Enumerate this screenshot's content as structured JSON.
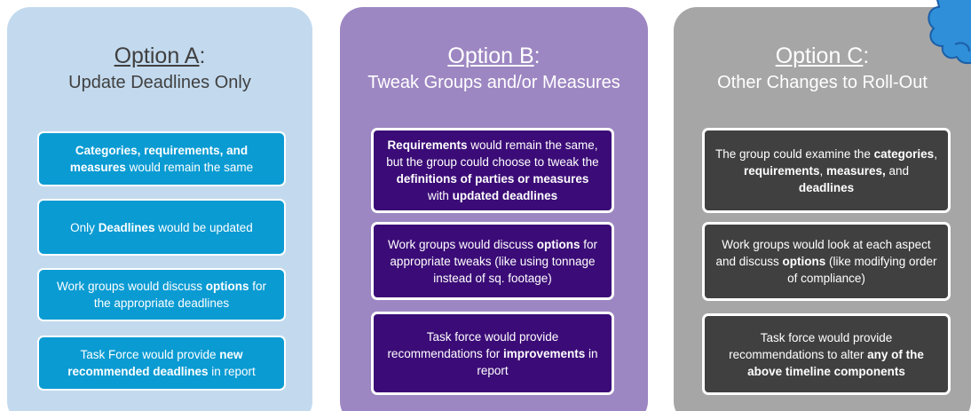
{
  "options": [
    {
      "letter_label": "Option A",
      "colon": ":",
      "subtitle": "Update Deadlines Only",
      "items": [
        [
          "Categories, requirements, and measures",
          " would remain the same"
        ],
        [
          "Only ",
          "Deadlines",
          " would be updated"
        ],
        [
          "Work groups would discuss ",
          "options",
          " for the appropriate deadlines"
        ],
        [
          "Task Force would provide ",
          "new recommended deadlines",
          " in report"
        ]
      ]
    },
    {
      "letter_label": "Option B",
      "colon": ":",
      "subtitle": "Tweak Groups and/or Measures",
      "items": [
        [
          "Requirements",
          " would remain the same, but the group could choose to tweak the ",
          "definitions of  parties or measures",
          " with ",
          "updated deadlines"
        ],
        [
          "Work groups would discuss ",
          "options",
          " for appropriate tweaks (like using tonnage instead of sq. footage)"
        ],
        [
          "Task force would provide recommendations for ",
          "improvements",
          " in report"
        ]
      ]
    },
    {
      "letter_label": "Option C",
      "colon": ":",
      "subtitle": "Other Changes to Roll-Out",
      "items": [
        [
          "The group could examine the ",
          "categories",
          ", ",
          "requirements",
          ", ",
          "measures,",
          " and ",
          "deadlines"
        ],
        [
          "Work groups would look at each aspect and discuss ",
          "options",
          " (like modifying order of compliance)"
        ],
        [
          "Task force would provide recommendations to alter ",
          "any of the above timeline components"
        ]
      ]
    }
  ],
  "colors": {
    "panel_a_bg": "#c3daee",
    "panel_a_box": "#0a9bd3",
    "panel_b_bg": "#9d87c2",
    "panel_b_box": "#3b0c77",
    "panel_c_bg": "#a6a6a6",
    "panel_c_box": "#404040",
    "cloud": "#2f8fd8"
  },
  "decoration": {
    "icon": "cloud-icon"
  }
}
